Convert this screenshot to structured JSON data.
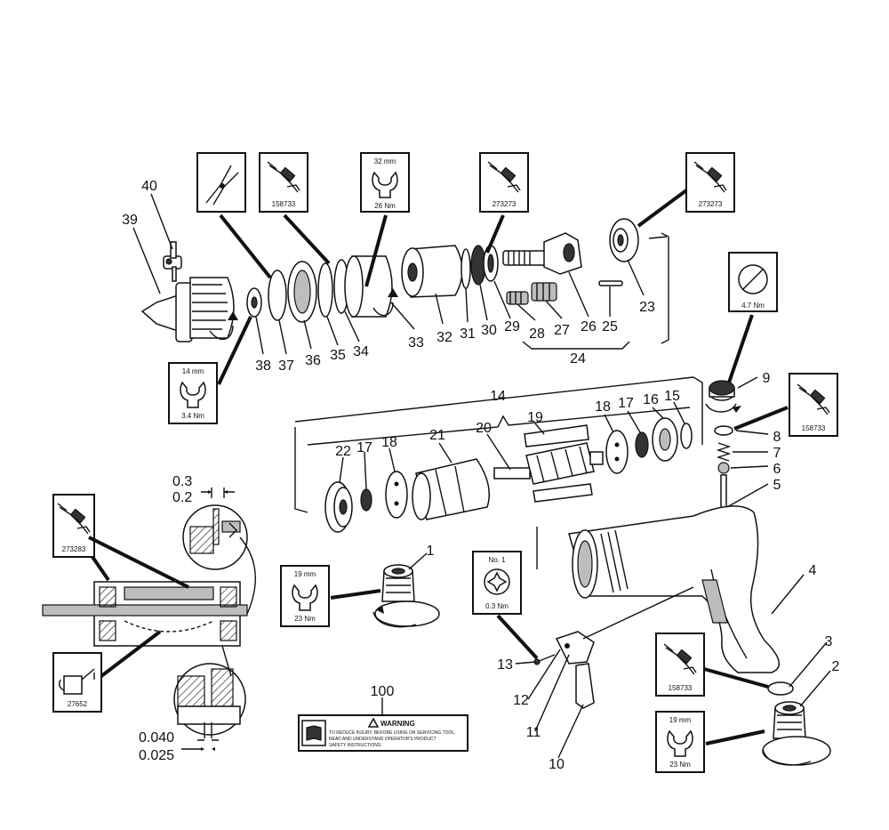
{
  "callouts": {
    "c1": "1",
    "c2": "2",
    "c3": "3",
    "c4": "4",
    "c5": "5",
    "c6": "6",
    "c7": "7",
    "c8": "8",
    "c9": "9",
    "c10": "10",
    "c11": "11",
    "c12": "12",
    "c13": "13",
    "c14": "14",
    "c15": "15",
    "c16": "16",
    "c17a": "17",
    "c17b": "17",
    "c18a": "18",
    "c18b": "18",
    "c19": "19",
    "c20": "20",
    "c21": "21",
    "c22": "22",
    "c23": "23",
    "c24": "24",
    "c25": "25",
    "c26": "26",
    "c27": "27",
    "c28": "28",
    "c29": "29",
    "c30": "30",
    "c31": "31",
    "c32": "32",
    "c33": "33",
    "c34": "34",
    "c35": "35",
    "c36": "36",
    "c37": "37",
    "c38": "38",
    "c39": "39",
    "c40": "40",
    "c100": "100"
  },
  "tool_boxes": {
    "pliers": {
      "icon": "pliers-icon"
    },
    "grease_top_left": {
      "icon": "grease-gun-icon",
      "code": "158733"
    },
    "wrench_32": {
      "icon": "open-wrench-icon",
      "size": "32 mm",
      "torque": "26 Nm"
    },
    "grease_top_mid": {
      "icon": "grease-gun-icon",
      "code": "273273"
    },
    "grease_top_right": {
      "icon": "grease-gun-icon",
      "code": "273273"
    },
    "screwdriver_9": {
      "icon": "screwdriver-slot-icon",
      "torque": "4.7 Nm"
    },
    "grease_8": {
      "icon": "grease-gun-icon",
      "code": "158733"
    },
    "wrench_14": {
      "icon": "open-wrench-icon",
      "size": "14 mm",
      "torque": "3.4 Nm"
    },
    "grease_left": {
      "icon": "grease-gun-icon",
      "code": "273283"
    },
    "wrench_19_a": {
      "icon": "open-wrench-icon",
      "size": "19 mm",
      "torque": "23 Nm"
    },
    "torx_no1": {
      "icon": "torx-icon",
      "size": "No. 1",
      "torque": "0.3 Nm"
    },
    "grease_3": {
      "icon": "grease-gun-icon",
      "code": "158733"
    },
    "wrench_19_b": {
      "icon": "open-wrench-icon",
      "size": "19 mm",
      "torque": "23 Nm"
    },
    "oil_can": {
      "icon": "oil-can-icon",
      "code": "27652"
    }
  },
  "tolerances": {
    "top_a": "0.3",
    "top_b": "0.2",
    "bottom_a": "0.040",
    "bottom_b": "0.025"
  },
  "warning_label": {
    "title": "WARNING",
    "line1": "TO REDUCE INJURY, BEFORE USING OR SERVICING TOOL,",
    "line2": "READ AND UNDERSTAND OPERATOR'S PRODUCT",
    "line3": "SAFETY INSTRUCTIONS."
  }
}
